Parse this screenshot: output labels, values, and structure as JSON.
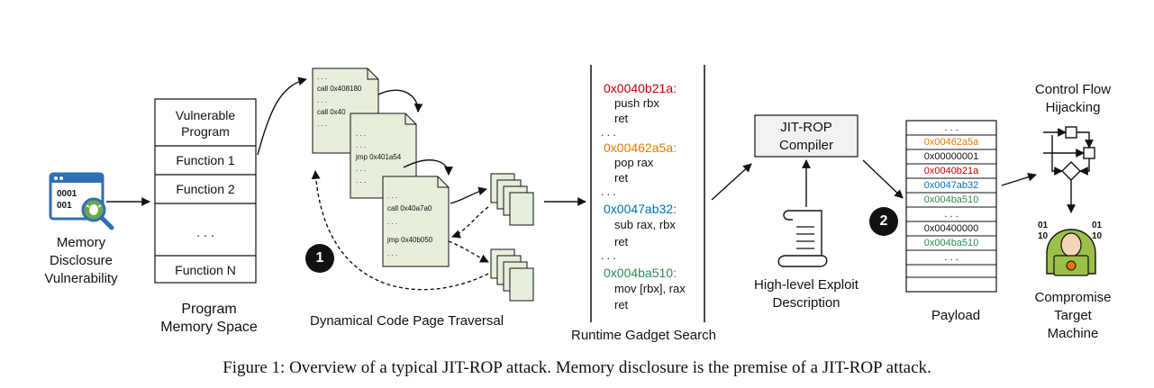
{
  "memory": {
    "label": [
      "Memory",
      "Disclosure",
      "Vulnerability"
    ],
    "icon_bits": [
      "0001",
      "001"
    ]
  },
  "program": {
    "rows": [
      "Vulnerable\nProgram",
      "Function 1",
      "Function 2",
      ". . .",
      "Function N"
    ],
    "caption": [
      "Program",
      "Memory Space"
    ]
  },
  "traversal": {
    "page1": [
      ". . .",
      "call 0x408180",
      ". . .",
      "call 0x40",
      ". . ."
    ],
    "page2": [
      ". . .",
      ". . .",
      "jmp 0x401a54",
      ". . .",
      ". . ."
    ],
    "page3": [
      ". . .",
      "call 0x40a7a0",
      ". . .",
      "jmp 0x40b050",
      ". . ."
    ],
    "step": "1",
    "caption": "Dynamical Code Page Traversal"
  },
  "gadgets": {
    "items": [
      {
        "addr": "0x0040b21a:",
        "color": "#c00000",
        "lines": [
          "push rbx",
          "ret"
        ]
      },
      {
        "addr": "0x00462a5a:",
        "color": "#e07b00",
        "lines": [
          "pop rax",
          "ret"
        ]
      },
      {
        "addr": "0x0047ab32:",
        "color": "#0070c0",
        "lines": [
          "sub rax, rbx",
          "ret"
        ]
      },
      {
        "addr": "0x004ba510:",
        "color": "#2e8b57",
        "lines": [
          "mov [rbx], rax",
          "ret"
        ]
      }
    ],
    "sep": ". . .",
    "caption": "Runtime Gadget Search"
  },
  "compiler": {
    "label": [
      "JIT-ROP",
      "Compiler"
    ],
    "input": [
      "High-level Exploit",
      "Description"
    ]
  },
  "payload": {
    "step": "2",
    "rows": [
      {
        "text": ". . .",
        "color": "#111111"
      },
      {
        "text": "0x00462a5a",
        "color": "#e07b00"
      },
      {
        "text": "0x00000001",
        "color": "#111111"
      },
      {
        "text": "0x0040b21a",
        "color": "#c00000"
      },
      {
        "text": "0x0047ab32",
        "color": "#0070c0"
      },
      {
        "text": "0x004ba510",
        "color": "#2e8b57"
      },
      {
        "text": ". . .",
        "color": "#111111"
      },
      {
        "text": "0x00400000",
        "color": "#111111"
      },
      {
        "text": "0x004ba510",
        "color": "#2e8b57"
      },
      {
        "text": ". . .",
        "color": "#111111"
      }
    ],
    "caption": "Payload"
  },
  "hijack": {
    "label": [
      "Control Flow",
      "Hijacking"
    ]
  },
  "target": {
    "label": [
      "Compromise",
      "Target",
      "Machine"
    ],
    "bits_left": [
      "01",
      "10"
    ],
    "bits_right": [
      "01",
      "10"
    ]
  },
  "caption": "Figure 1: Overview of a typical JIT-ROP attack. Memory disclosure is the premise of a JIT-ROP attack.",
  "colors": {
    "page_fill": "#e6efdc",
    "icon_blue": "#2f6fb5",
    "icon_green": "#6aa84f",
    "hood": "#9bbf4a",
    "box_fill": "#f2f2f2"
  }
}
